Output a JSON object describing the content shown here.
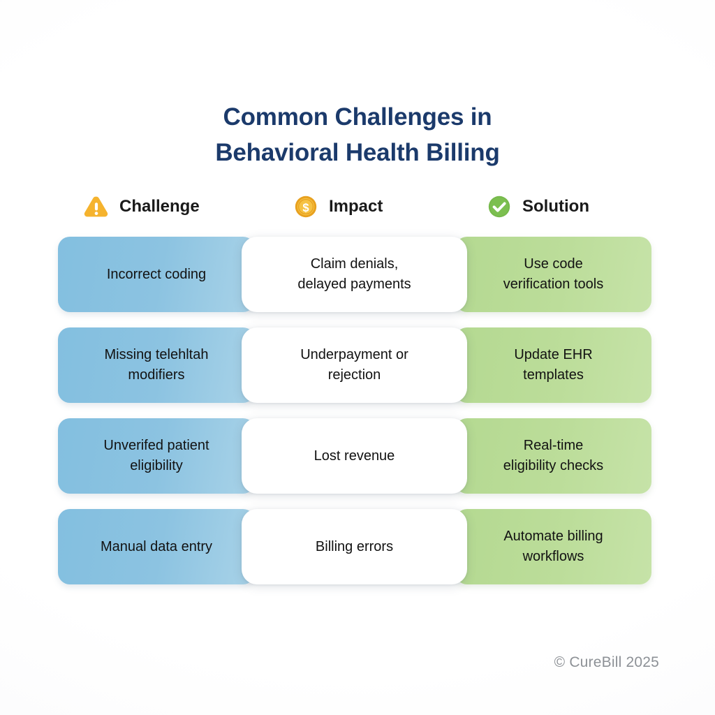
{
  "title": {
    "line1": "Common Challenges in",
    "line2": "Behavioral Health Billing",
    "color": "#1b3a6b"
  },
  "columns": [
    {
      "key": "challenge",
      "label": "Challenge",
      "icon": "warning-triangle-icon",
      "icon_color": "#F5B32E"
    },
    {
      "key": "impact",
      "label": "Impact",
      "icon": "dollar-coin-icon",
      "icon_color": "#F0A92B"
    },
    {
      "key": "solution",
      "label": "Solution",
      "icon": "check-circle-icon",
      "icon_color": "#6FB444"
    }
  ],
  "palette": {
    "challenge_cell": "#8CC3E1",
    "impact_cell": "#FFFFFF",
    "solution_cell": "#BCDD9A",
    "background": "#FDFDFD",
    "body_text": "#121212",
    "footer_text": "#8D9196"
  },
  "rows": [
    {
      "challenge": "Incorrect coding",
      "impact": "Claim denials,\ndelayed payments",
      "solution": "Use code\nverification tools"
    },
    {
      "challenge": "Missing telehltah\nmodifiers",
      "impact": "Underpayment or\nrejection",
      "solution": "Update EHR\ntemplates"
    },
    {
      "challenge": "Unverifed patient\neligibility",
      "impact": "Lost revenue",
      "solution": "Real-time\neligibility checks"
    },
    {
      "challenge": "Manual data entry",
      "impact": "Billing errors",
      "solution": "Automate billing\nworkflows"
    }
  ],
  "footer": {
    "copyright": "© CureBill 2025"
  }
}
